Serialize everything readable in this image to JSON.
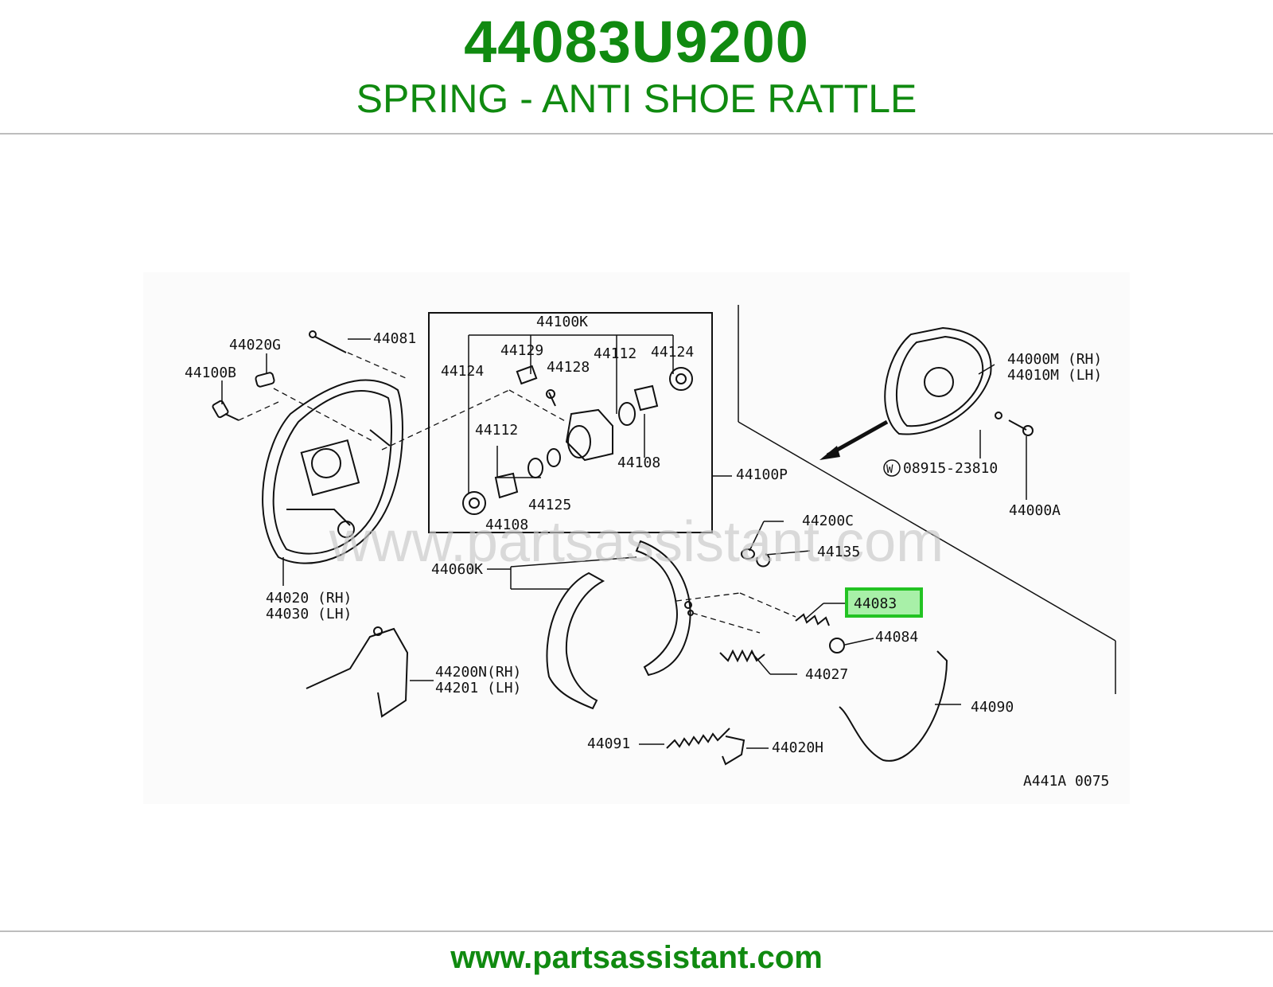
{
  "header": {
    "part_number": "44083U9200",
    "part_description": "SPRING - ANTI SHOE RATTLE"
  },
  "diagram": {
    "watermark": "www.partsassistant.com",
    "drawing_code": "A441A 0075",
    "highlighted_callout": "44083",
    "callouts": {
      "c44100K": "44100K",
      "c44081": "44081",
      "c44020G": "44020G",
      "c44100B": "44100B",
      "c44124a": "44124",
      "c44129": "44129",
      "c44128": "44128",
      "c44112a": "44112",
      "c44124b": "44124",
      "c44112b": "44112",
      "c44108a": "44108",
      "c44125": "44125",
      "c44108b": "44108",
      "c44100P": "44100P",
      "c44000M": "44000M (RH)",
      "c44010M": "44010M (LH)",
      "c08915": "08915-23810",
      "c44000A": "44000A",
      "c44200C": "44200C",
      "c44135": "44135",
      "c44060K": "44060K",
      "c44020": "44020 (RH)",
      "c44030": "44030 (LH)",
      "c44084": "44084",
      "c44027": "44027",
      "c44200N": "44200N(RH)",
      "c44201": "44201  (LH)",
      "c44090": "44090",
      "c44091": "44091",
      "c44020H": "44020H"
    }
  },
  "footer": {
    "site": "www.partsassistant.com"
  },
  "colors": {
    "brand_green": "#108a10",
    "highlight_border": "#22c322",
    "highlight_fill": "#a8f0a8"
  }
}
